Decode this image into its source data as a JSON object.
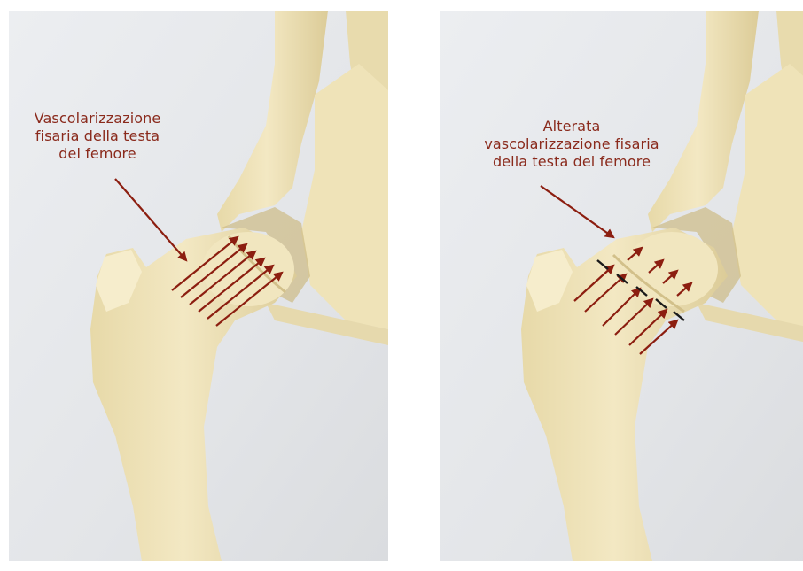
{
  "panels": {
    "left": {
      "caption_lines": [
        "Vascolarizzazione",
        "fisaria della testa",
        "del femore"
      ]
    },
    "right": {
      "caption_lines": [
        "Alterata",
        "vascolarizzazione fisaria",
        "della testa del femore"
      ]
    }
  },
  "colors": {
    "arrow": "#8c1e10",
    "label_text": "#8a2a1c",
    "bone": "#efe3b8",
    "bone_shadow": "#d8c89a",
    "background_wall": "#e6e7ea",
    "physis_break_mark": "#1a1a1a"
  }
}
